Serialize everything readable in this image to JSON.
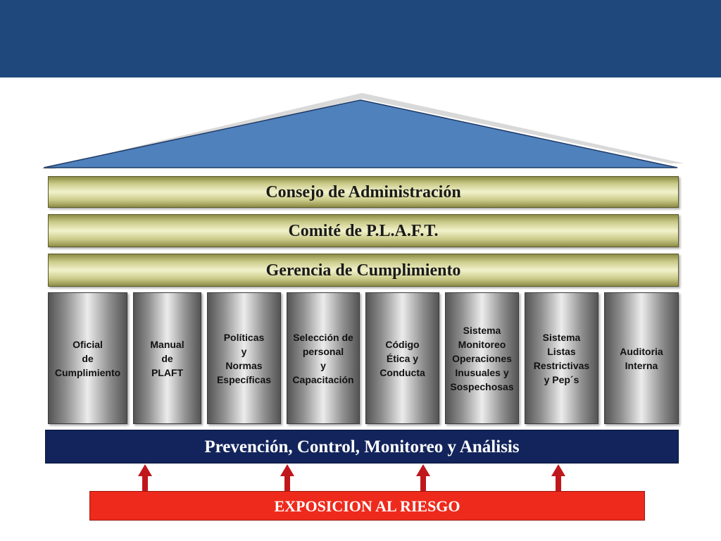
{
  "header": {
    "band_color": "#1f497d"
  },
  "roof": {
    "fill_color": "#4f81bd"
  },
  "tiers": [
    {
      "label": "Consejo de Administración"
    },
    {
      "label": "Comité de P.L.A.F.T."
    },
    {
      "label": "Gerencia de Cumplimiento"
    }
  ],
  "pillars": [
    {
      "label": "Oficial\nde\nCumplimiento"
    },
    {
      "label": "Manual\nde\nPLAFT"
    },
    {
      "label": "Políticas\ny\nNormas\nEspecíficas"
    },
    {
      "label": "Selección de\npersonal\ny\nCapacitación"
    },
    {
      "label": "Código\nÉtica y\nConducta"
    },
    {
      "label": "Sistema\nMonitoreo\nOperaciones\nInusuales y\nSospechosas"
    },
    {
      "label": "Sistema\nListas\nRestrictivas\ny Pep´s"
    },
    {
      "label": "Auditoria\nInterna"
    }
  ],
  "base": {
    "label": "Prevención, Control, Monitoreo y Análisis",
    "color": "#12245b"
  },
  "risk": {
    "label": "EXPOSICION AL RIESGO",
    "color": "#ee2a1c"
  },
  "arrow_color": "#c0171d"
}
